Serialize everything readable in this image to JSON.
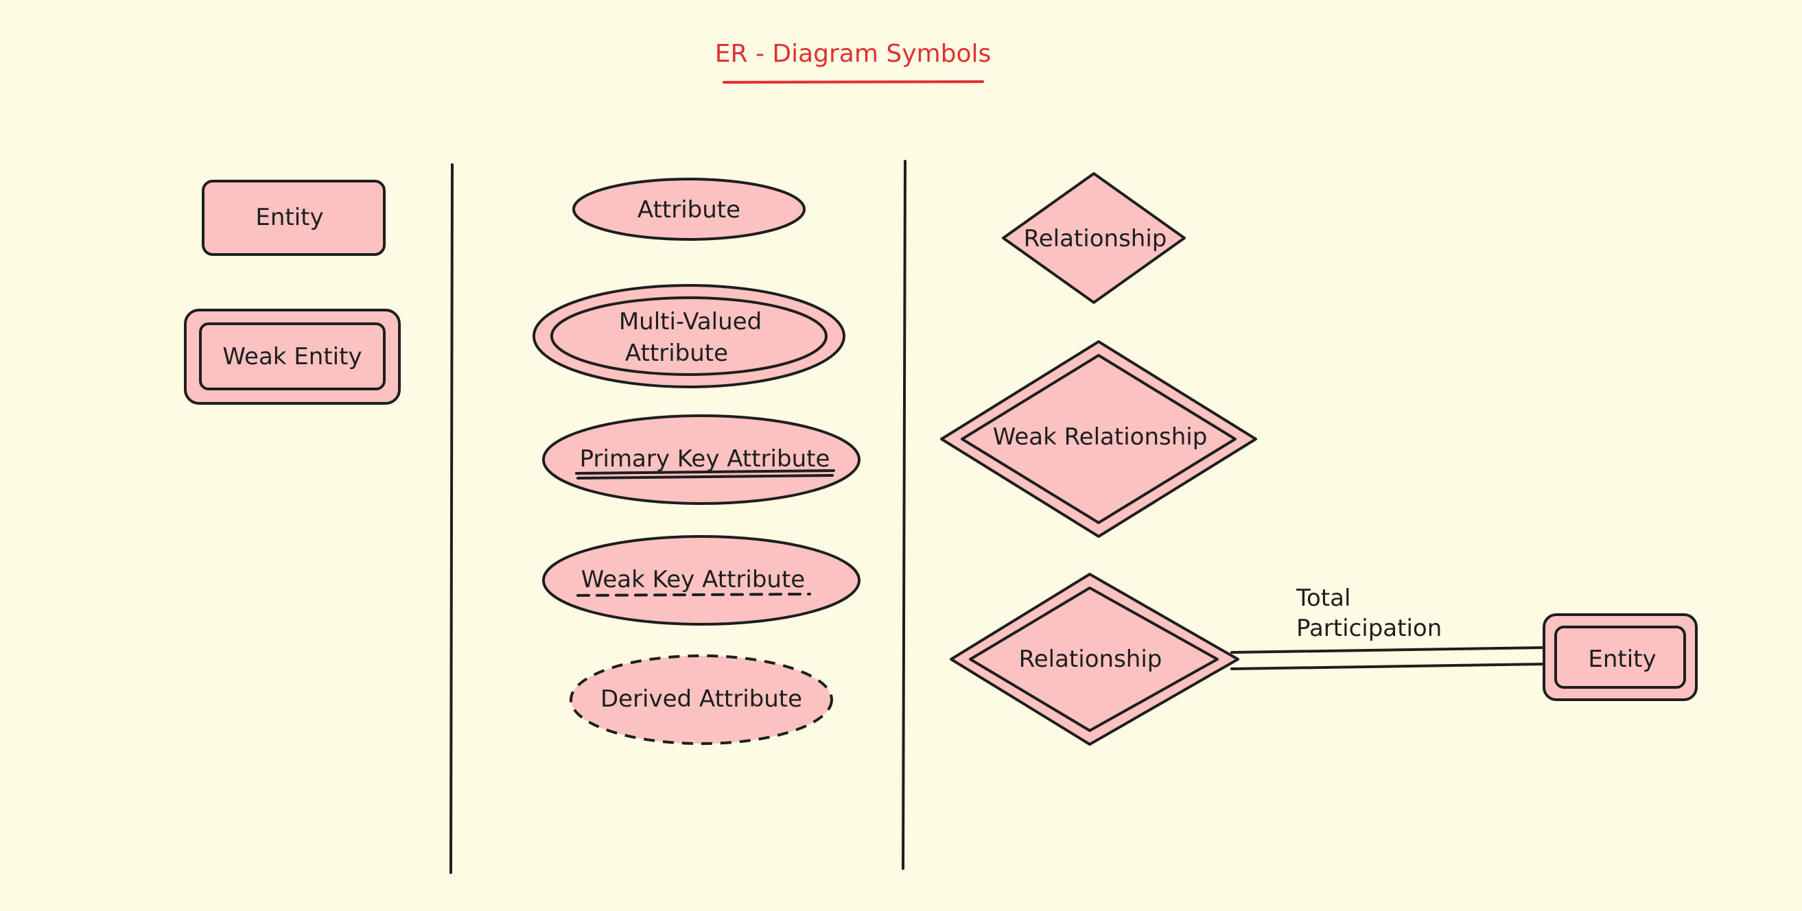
{
  "title": "ER - Diagram Symbols",
  "colors": {
    "background": "#fdfbe3",
    "shape_fill": "#fcc2c2",
    "stroke": "#1e1e1e",
    "title": "#e03131"
  },
  "columns": {
    "entities": {
      "entity": "Entity",
      "weak_entity": "Weak Entity"
    },
    "attributes": {
      "attribute": "Attribute",
      "multi_valued_line1": "Multi-Valued",
      "multi_valued_line2": "Attribute",
      "primary_key": "Primary Key Attribute",
      "weak_key": "Weak Key Attribute",
      "derived": "Derived Attribute"
    },
    "relationships": {
      "relationship": "Relationship",
      "weak_relationship": "Weak Relationship",
      "total_relationship": "Relationship",
      "total_participation_line1": "Total",
      "total_participation_line2": "Participation",
      "total_entity": "Entity"
    }
  }
}
